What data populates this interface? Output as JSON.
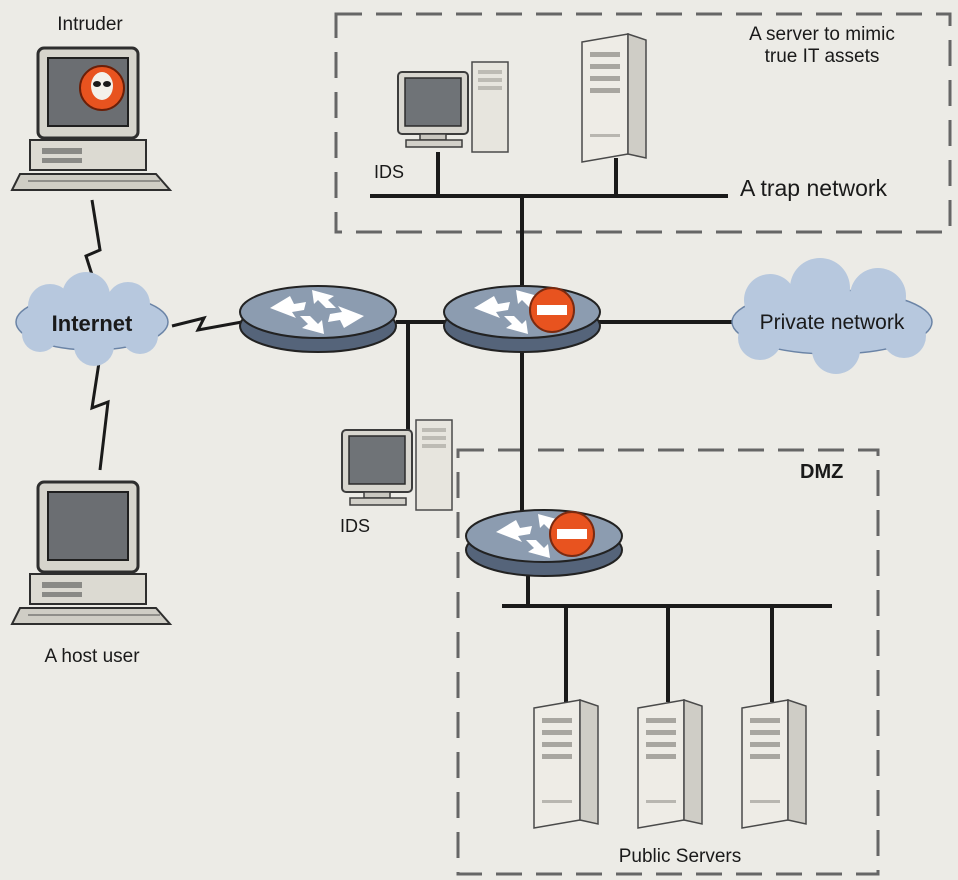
{
  "labels": {
    "intruder": "Intruder",
    "host_user": "A host user",
    "internet": "Internet",
    "server_note_line1": "A server to mimic",
    "server_note_line2": "true IT assets",
    "trap_network": "A trap network",
    "ids_trap": "IDS",
    "ids_main": "IDS",
    "private_network": "Private network",
    "dmz": "DMZ",
    "public_servers": "Public Servers"
  },
  "icons": {
    "router": "router-icon",
    "firewall": "firewall-router-icon",
    "cloud": "cloud-icon",
    "desktop": "desktop-computer-icon",
    "server": "tower-server-icon",
    "intruder": "alien-icon"
  },
  "colors": {
    "cloud_fill": "#b7c8de",
    "router_top": "#8c9cb0",
    "firewall_badge": "#e8531f",
    "line": "#1a1a1a",
    "dash": "#666666"
  }
}
